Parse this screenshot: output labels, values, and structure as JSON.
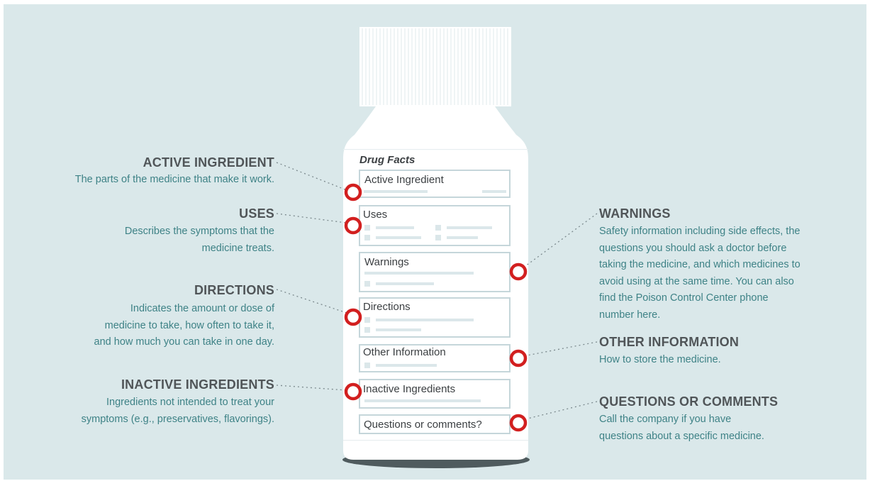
{
  "bottle": {
    "header": "Drug Facts",
    "sections": [
      "Active Ingredient",
      "Uses",
      "Warnings",
      "Directions",
      "Other Information",
      "Inactive Ingredients",
      "Questions or comments?"
    ]
  },
  "callouts": {
    "active": {
      "title": "ACTIVE INGREDIENT",
      "lines": [
        "The parts of the medicine that make it work."
      ]
    },
    "uses": {
      "title": "USES",
      "lines": [
        "Describes the symptoms that the",
        "medicine treats."
      ]
    },
    "directions": {
      "title": "DIRECTIONS",
      "lines": [
        "Indicates the amount or dose of",
        "medicine to take, how often to take it,",
        "and how much you can take in one day."
      ]
    },
    "inactive": {
      "title": "INACTIVE INGREDIENTS",
      "lines": [
        "Ingredients not intended to treat your",
        "symptoms (e.g., preservatives, flavorings)."
      ]
    },
    "warnings": {
      "title": "WARNINGS",
      "lines": [
        "Safety information including side effects, the",
        "questions you should ask a doctor before",
        "taking the medicine, and which medicines to",
        "avoid using at the same time. You can also",
        "find the Poison Control Center phone",
        "number here."
      ]
    },
    "other": {
      "title": "OTHER INFORMATION",
      "lines": [
        "How to store the medicine."
      ]
    },
    "questions": {
      "title": "QUESTIONS OR COMMENTS",
      "lines": [
        "Call the company if you have",
        "questions about a specific medicine."
      ]
    }
  },
  "colors": {
    "background": "#dae8ea",
    "marker": "#d21f1f",
    "title": "#505558",
    "description": "#3e8286"
  }
}
